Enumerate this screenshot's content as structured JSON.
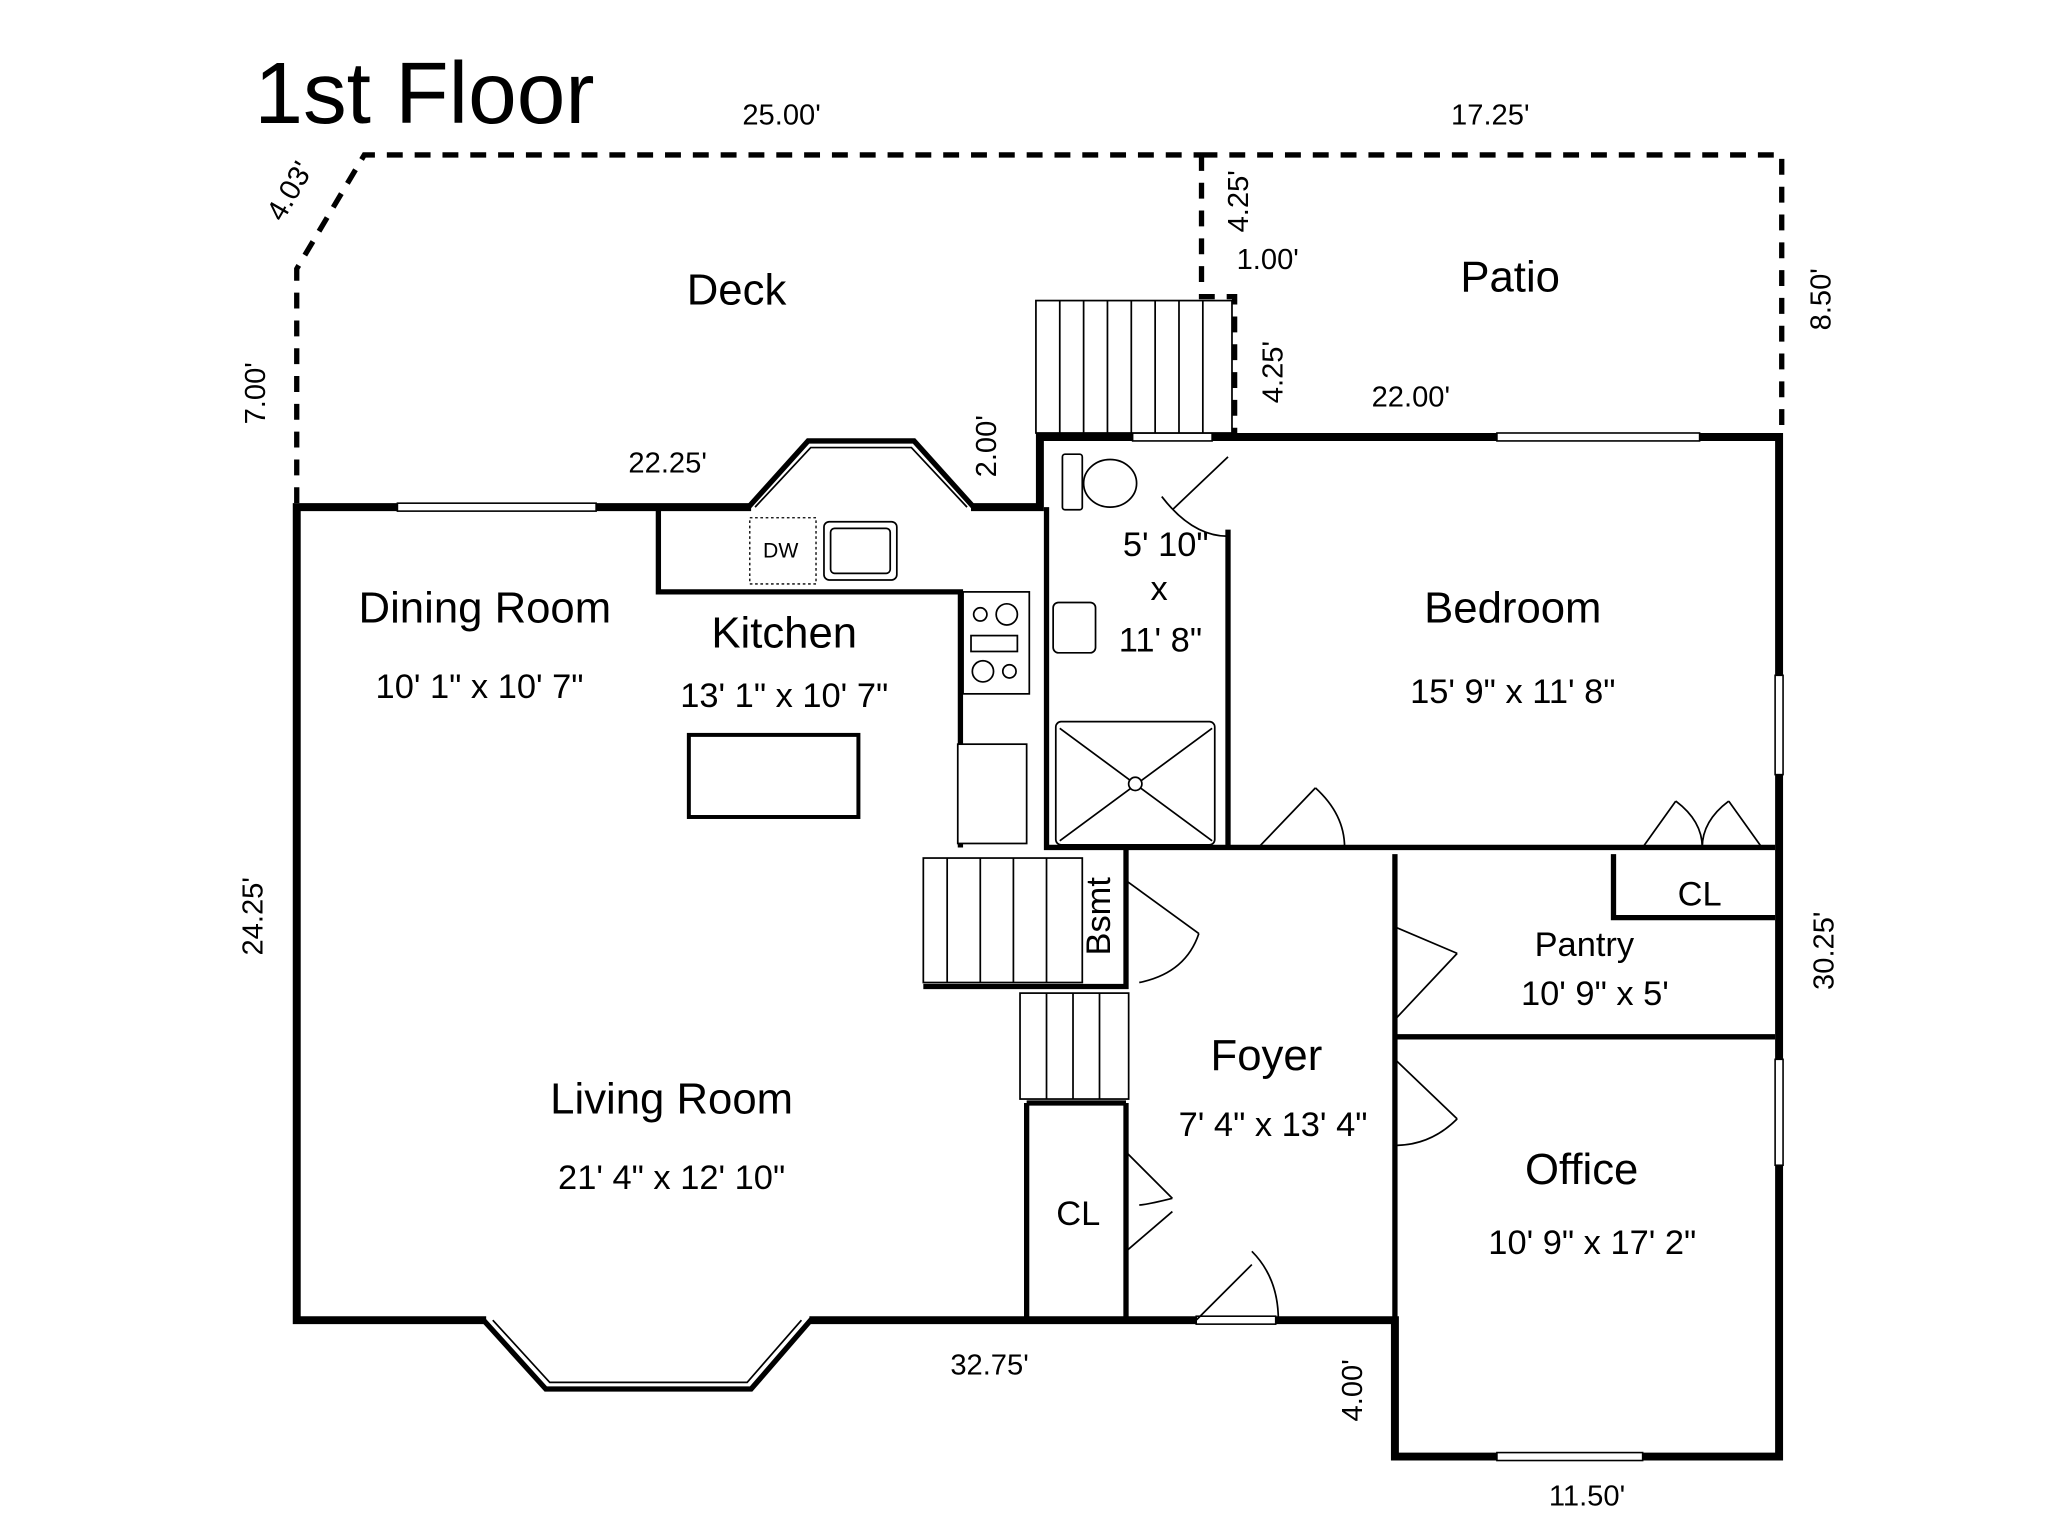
{
  "title": "1st Floor",
  "rooms": {
    "deck": {
      "name": "Deck"
    },
    "patio": {
      "name": "Patio"
    },
    "dining": {
      "name": "Dining Room",
      "size": "10' 1\" x 10' 7\""
    },
    "kitchen": {
      "name": "Kitchen",
      "size": "13' 1\" x 10' 7\""
    },
    "bath": {
      "size_w": "5' 10\"",
      "x": "x",
      "size_h": "11' 8\""
    },
    "bedroom": {
      "name": "Bedroom",
      "size": "15' 9\" x 11' 8\""
    },
    "pantry": {
      "name": "Pantry",
      "size": "10' 9\" x 5'"
    },
    "foyer": {
      "name": "Foyer",
      "size": "7' 4\" x 13' 4\""
    },
    "living": {
      "name": "Living Room",
      "size": "21' 4\" x 12' 10\""
    },
    "office": {
      "name": "Office",
      "size": "10' 9\" x 17' 2\""
    }
  },
  "labels": {
    "dw": "DW",
    "cl_bedroom": "CL",
    "cl_foyer": "CL",
    "bsmt": "Bsmt"
  },
  "dimensions": {
    "deck_top": "25.00'",
    "patio_top": "17.25'",
    "deck_diag": "4.03'",
    "deck_left": "7.00'",
    "patio_v1": "4.25'",
    "patio_step": "1.00'",
    "patio_v2": "4.25'",
    "patio_right": "8.50'",
    "patio_bottom": "22.00'",
    "deck_bottom": "22.25'",
    "deck_jog": "2.00'",
    "left": "24.25'",
    "right": "30.25'",
    "bottom": "32.75'",
    "office_jog": "4.00'",
    "office_bottom": "11.50'"
  }
}
